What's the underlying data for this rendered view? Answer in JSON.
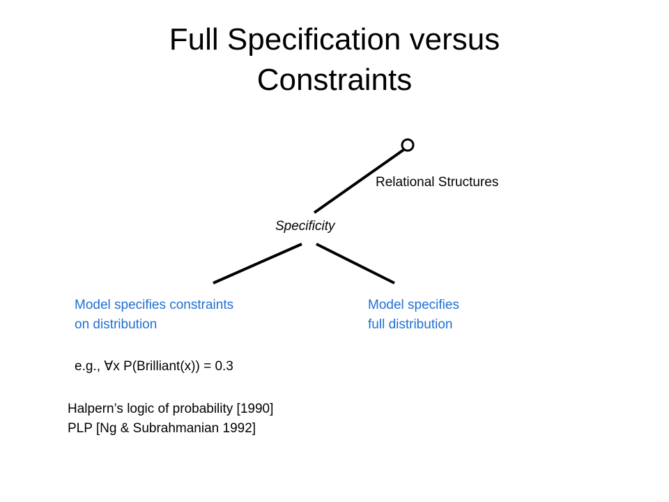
{
  "title": {
    "line1": "Full Specification versus",
    "line2": "Constraints"
  },
  "diagram": {
    "top_label": "Relational Structures",
    "axis_label": "Specificity",
    "left_label": {
      "line1": "Model specifies constraints",
      "line2": "on distribution"
    },
    "right_label": {
      "line1": "Model specifies",
      "line2": "full distribution"
    },
    "example": "e.g., ∀x P(Brilliant(x)) = 0.3",
    "references": {
      "line1": "Halpern’s logic of probability [1990]",
      "line2": "PLP [Ng & Subrahmanian 1992]"
    }
  },
  "colors": {
    "text": "#000000",
    "accent": "#1f6fd6"
  }
}
